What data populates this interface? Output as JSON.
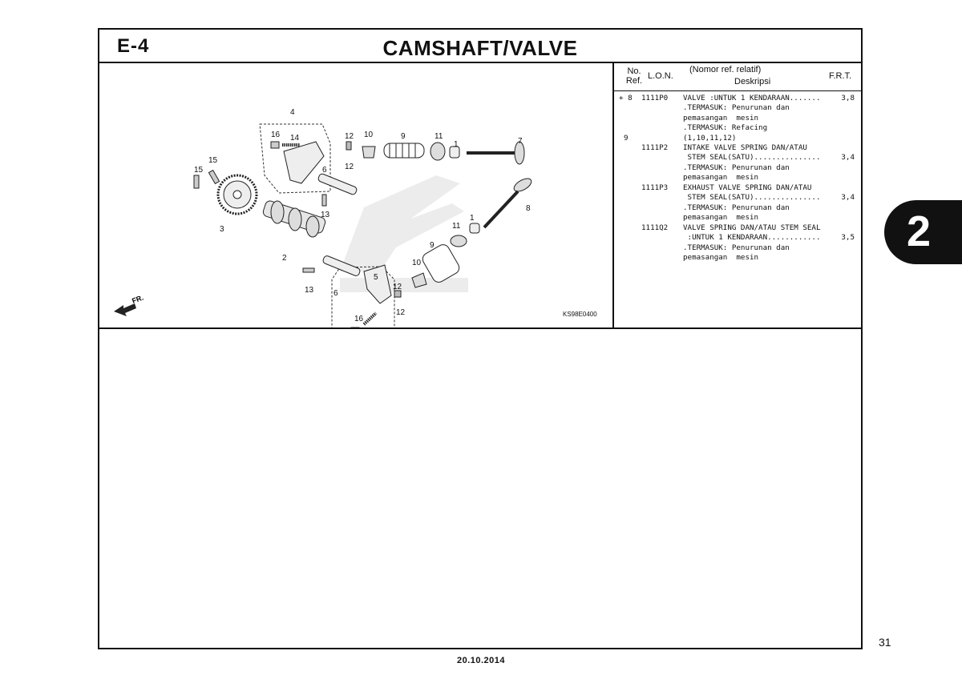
{
  "header": {
    "section": "E-4",
    "title": "CAMSHAFT/VALVE"
  },
  "diagram": {
    "code": "KS98E0400",
    "front_label": "FR.",
    "callouts": [
      "1",
      "1",
      "2",
      "3",
      "4",
      "5",
      "6",
      "6",
      "7",
      "8",
      "9",
      "9",
      "10",
      "10",
      "11",
      "11",
      "12",
      "12",
      "12",
      "12",
      "13",
      "13",
      "14",
      "14",
      "15",
      "15",
      "16",
      "16"
    ]
  },
  "table": {
    "headers": {
      "no": "No.",
      "ref": "Ref.",
      "lon": "L.O.N.",
      "desc_top": "(Nomor ref. relatif)",
      "desc": "Deskripsi",
      "frt": "F.R.T."
    },
    "rows": [
      {
        "ref": "+ 8",
        "lon": "1111P0",
        "lines": [
          "VALVE :UNTUK 1 KENDARAAN.......",
          ".TERMASUK: Penurunan dan",
          "pemasangan  mesin",
          ".TERMASUK: Refacing",
          "(1,10,11,12)"
        ],
        "frt": "3,8"
      },
      {
        "ref": "9",
        "lon": "1111P2",
        "lines": [
          "INTAKE VALVE SPRING DAN/ATAU",
          " STEM SEAL(SATU)...............",
          ".TERMASUK: Penurunan dan",
          "pemasangan  mesin"
        ],
        "frt": "3,4"
      },
      {
        "ref": "",
        "lon": "1111P3",
        "lines": [
          "EXHAUST VALVE SPRING DAN/ATAU",
          " STEM SEAL(SATU)...............",
          ".TERMASUK: Penurunan dan",
          "pemasangan  mesin"
        ],
        "frt": "3,4"
      },
      {
        "ref": "",
        "lon": "1111Q2",
        "lines": [
          "VALVE SPRING DAN/ATAU STEM SEAL",
          " :UNTUK 1 KENDARAAN............",
          ".TERMASUK: Penurunan dan",
          "pemasangan  mesin"
        ],
        "frt": "3,5"
      }
    ]
  },
  "tab": {
    "label": "2"
  },
  "page_number": "31",
  "date": "20.10.2014"
}
